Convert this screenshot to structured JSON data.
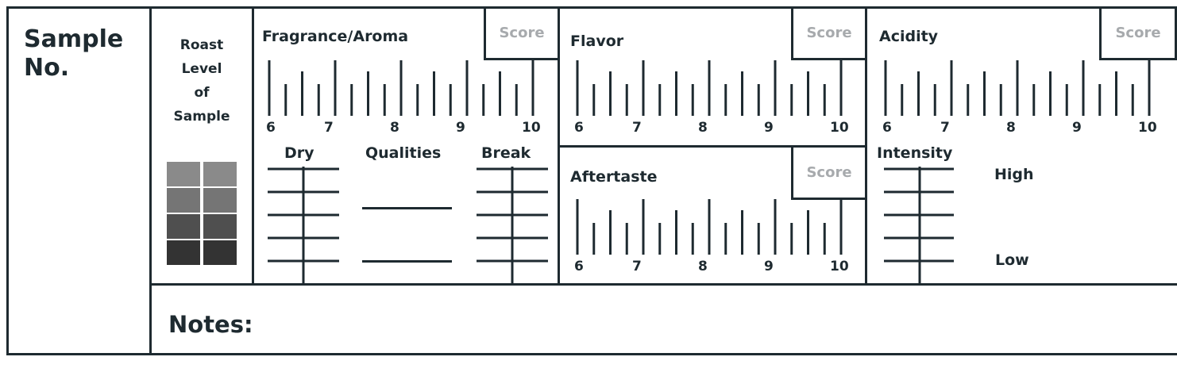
{
  "sample": {
    "label_line1": "Sample",
    "label_line2": "No."
  },
  "roast": {
    "label_lines": [
      "Roast",
      "Level",
      "of",
      "Sample"
    ],
    "swatch_colors": [
      "#8a8a8a",
      "#757575",
      "#4f4f4f",
      "#333333"
    ]
  },
  "fragrance": {
    "title": "Fragrance/Aroma",
    "score_label": "Score",
    "dry_label": "Dry",
    "qualities_label": "Qualities",
    "break_label": "Break"
  },
  "flavor": {
    "title": "Flavor",
    "score_label": "Score"
  },
  "aftertaste": {
    "title": "Aftertaste",
    "score_label": "Score"
  },
  "acidity": {
    "title": "Acidity",
    "score_label": "Score",
    "intensity_label": "Intensity",
    "high_label": "High",
    "low_label": "Low"
  },
  "scale_labels": [
    "6",
    "7",
    "8",
    "9",
    "10"
  ],
  "notes": {
    "label": "Notes:"
  },
  "colors": {
    "ink": "#1e2a30",
    "score_text": "#a7aaad"
  }
}
